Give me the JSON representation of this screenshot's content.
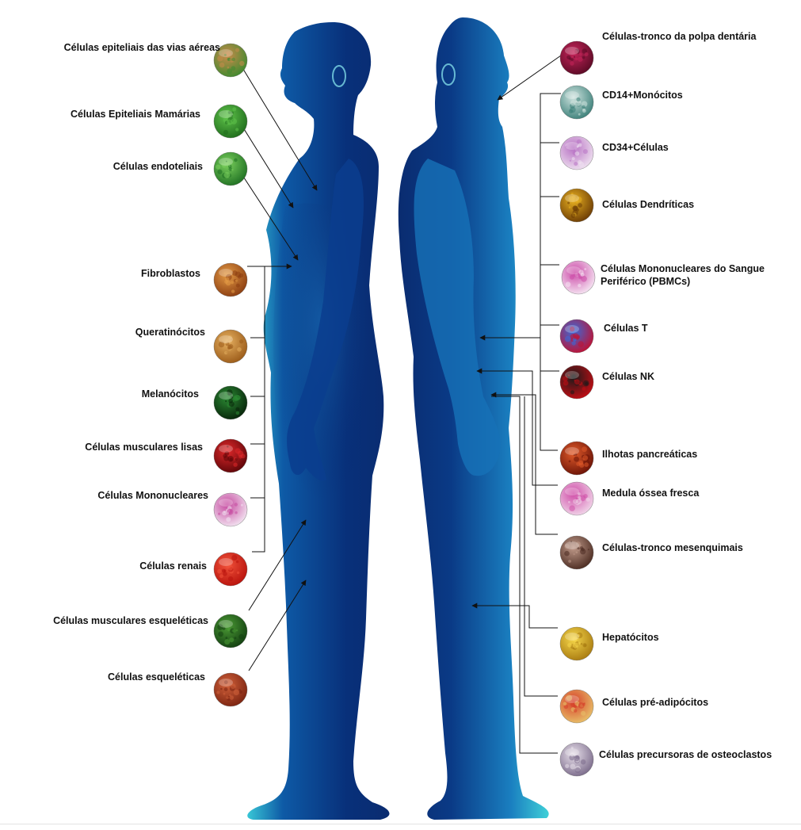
{
  "left_cells": [
    {
      "id": "airway",
      "label": "Células epiteliais das vias aéreas",
      "icon": "airway-epithelial-cells-icon",
      "colors": [
        "#3e8a2f",
        "#c98a4a"
      ]
    },
    {
      "id": "mammary",
      "label": "Células Epiteliais Mamárias",
      "icon": "mammary-epithelial-cells-icon",
      "colors": [
        "#1f6d1c",
        "#5fc24a"
      ]
    },
    {
      "id": "endothelial",
      "label": "Células endoteliais",
      "icon": "endothelial-cells-icon",
      "colors": [
        "#1e6f22",
        "#7ad05c"
      ]
    },
    {
      "id": "fibroblasts",
      "label": "Fibroblastos",
      "icon": "fibroblasts-icon",
      "colors": [
        "#8a3c10",
        "#e39a45"
      ]
    },
    {
      "id": "keratinocytes",
      "label": "Queratinócitos",
      "icon": "keratinocytes-icon",
      "colors": [
        "#9a5a18",
        "#e6b060"
      ]
    },
    {
      "id": "melanocytes",
      "label": "Melanócitos",
      "icon": "melanocytes-icon",
      "colors": [
        "#07230a",
        "#2b8a33"
      ]
    },
    {
      "id": "smooth-muscle",
      "label": "Células musculares lisas",
      "icon": "smooth-muscle-cells-icon",
      "colors": [
        "#5c0508",
        "#e0282a"
      ]
    },
    {
      "id": "mononuclear",
      "label": "Células Mononucleares",
      "icon": "mononuclear-cells-icon",
      "colors": [
        "#f3e6f2",
        "#c64aa0"
      ]
    },
    {
      "id": "renal",
      "label": "Células renais",
      "icon": "renal-cells-icon",
      "colors": [
        "#b8120c",
        "#f0523a"
      ]
    },
    {
      "id": "skeletal-muscle",
      "label": "Células musculares esqueléticas",
      "icon": "skeletal-muscle-cells-icon",
      "colors": [
        "#123f10",
        "#4b9a35"
      ]
    },
    {
      "id": "skeletal",
      "label": "Células esqueléticas",
      "icon": "skeletal-cells-icon",
      "colors": [
        "#7a2310",
        "#d0603a"
      ]
    }
  ],
  "right_cells": [
    {
      "id": "dental-pulp",
      "label": "Células-tronco da polpa dentária",
      "icon": "dental-pulp-stem-cells-icon",
      "colors": [
        "#5a0a24",
        "#c4245a"
      ]
    },
    {
      "id": "cd14",
      "label": "CD14+Monócitos",
      "icon": "cd14-monocytes-icon",
      "colors": [
        "#3a7f78",
        "#cfe3df"
      ]
    },
    {
      "id": "cd34",
      "label": "CD34+Células",
      "icon": "cd34-cells-icon",
      "colors": [
        "#efe2f0",
        "#b872c4"
      ]
    },
    {
      "id": "dendritic",
      "label": "Células Dendríticas",
      "icon": "dendritic-cells-icon",
      "colors": [
        "#6a3a04",
        "#e8b020"
      ]
    },
    {
      "id": "pbmc",
      "label": "Células Mononucleares do Sangue Periférico (PBMCs)",
      "icon": "pbmc-icon",
      "colors": [
        "#f6e8f4",
        "#cc4aa8"
      ]
    },
    {
      "id": "t-cells",
      "label": "Células T",
      "icon": "t-cells-icon",
      "colors": [
        "#c21030",
        "#3a6ad8"
      ]
    },
    {
      "id": "nk",
      "label": "Células NK",
      "icon": "nk-cells-icon",
      "colors": [
        "#c50d14",
        "#1a1a1a"
      ]
    },
    {
      "id": "islets",
      "label": "Ilhotas pancreáticas",
      "icon": "pancreatic-islets-icon",
      "colors": [
        "#6a1206",
        "#e05a2a"
      ]
    },
    {
      "id": "bone-marrow",
      "label": "Medula óssea fresca",
      "icon": "bone-marrow-icon",
      "colors": [
        "#f1d7ea",
        "#d04ea8"
      ]
    },
    {
      "id": "msc",
      "label": "Células-tronco mesenquimais",
      "icon": "mesenchymal-stem-cells-icon",
      "colors": [
        "#4a2a20",
        "#c09a8a"
      ]
    },
    {
      "id": "hepatocytes",
      "label": "Hepatócitos",
      "icon": "hepatocytes-icon",
      "colors": [
        "#a87a10",
        "#f5d64a"
      ]
    },
    {
      "id": "preadipocytes",
      "label": "Células pré-adipócitos",
      "icon": "preadipocytes-icon",
      "colors": [
        "#e8c26a",
        "#d6402a"
      ]
    },
    {
      "id": "osteoclast",
      "label": "Células precursoras de osteoclastos",
      "icon": "osteoclast-precursor-cells-icon",
      "colors": [
        "#7a6a8a",
        "#e8e0ea"
      ]
    }
  ],
  "colors": {
    "body_dark": "#06226a",
    "body_mid": "#0b4a9a",
    "body_light": "#3fd0d8",
    "line": "#111111"
  }
}
